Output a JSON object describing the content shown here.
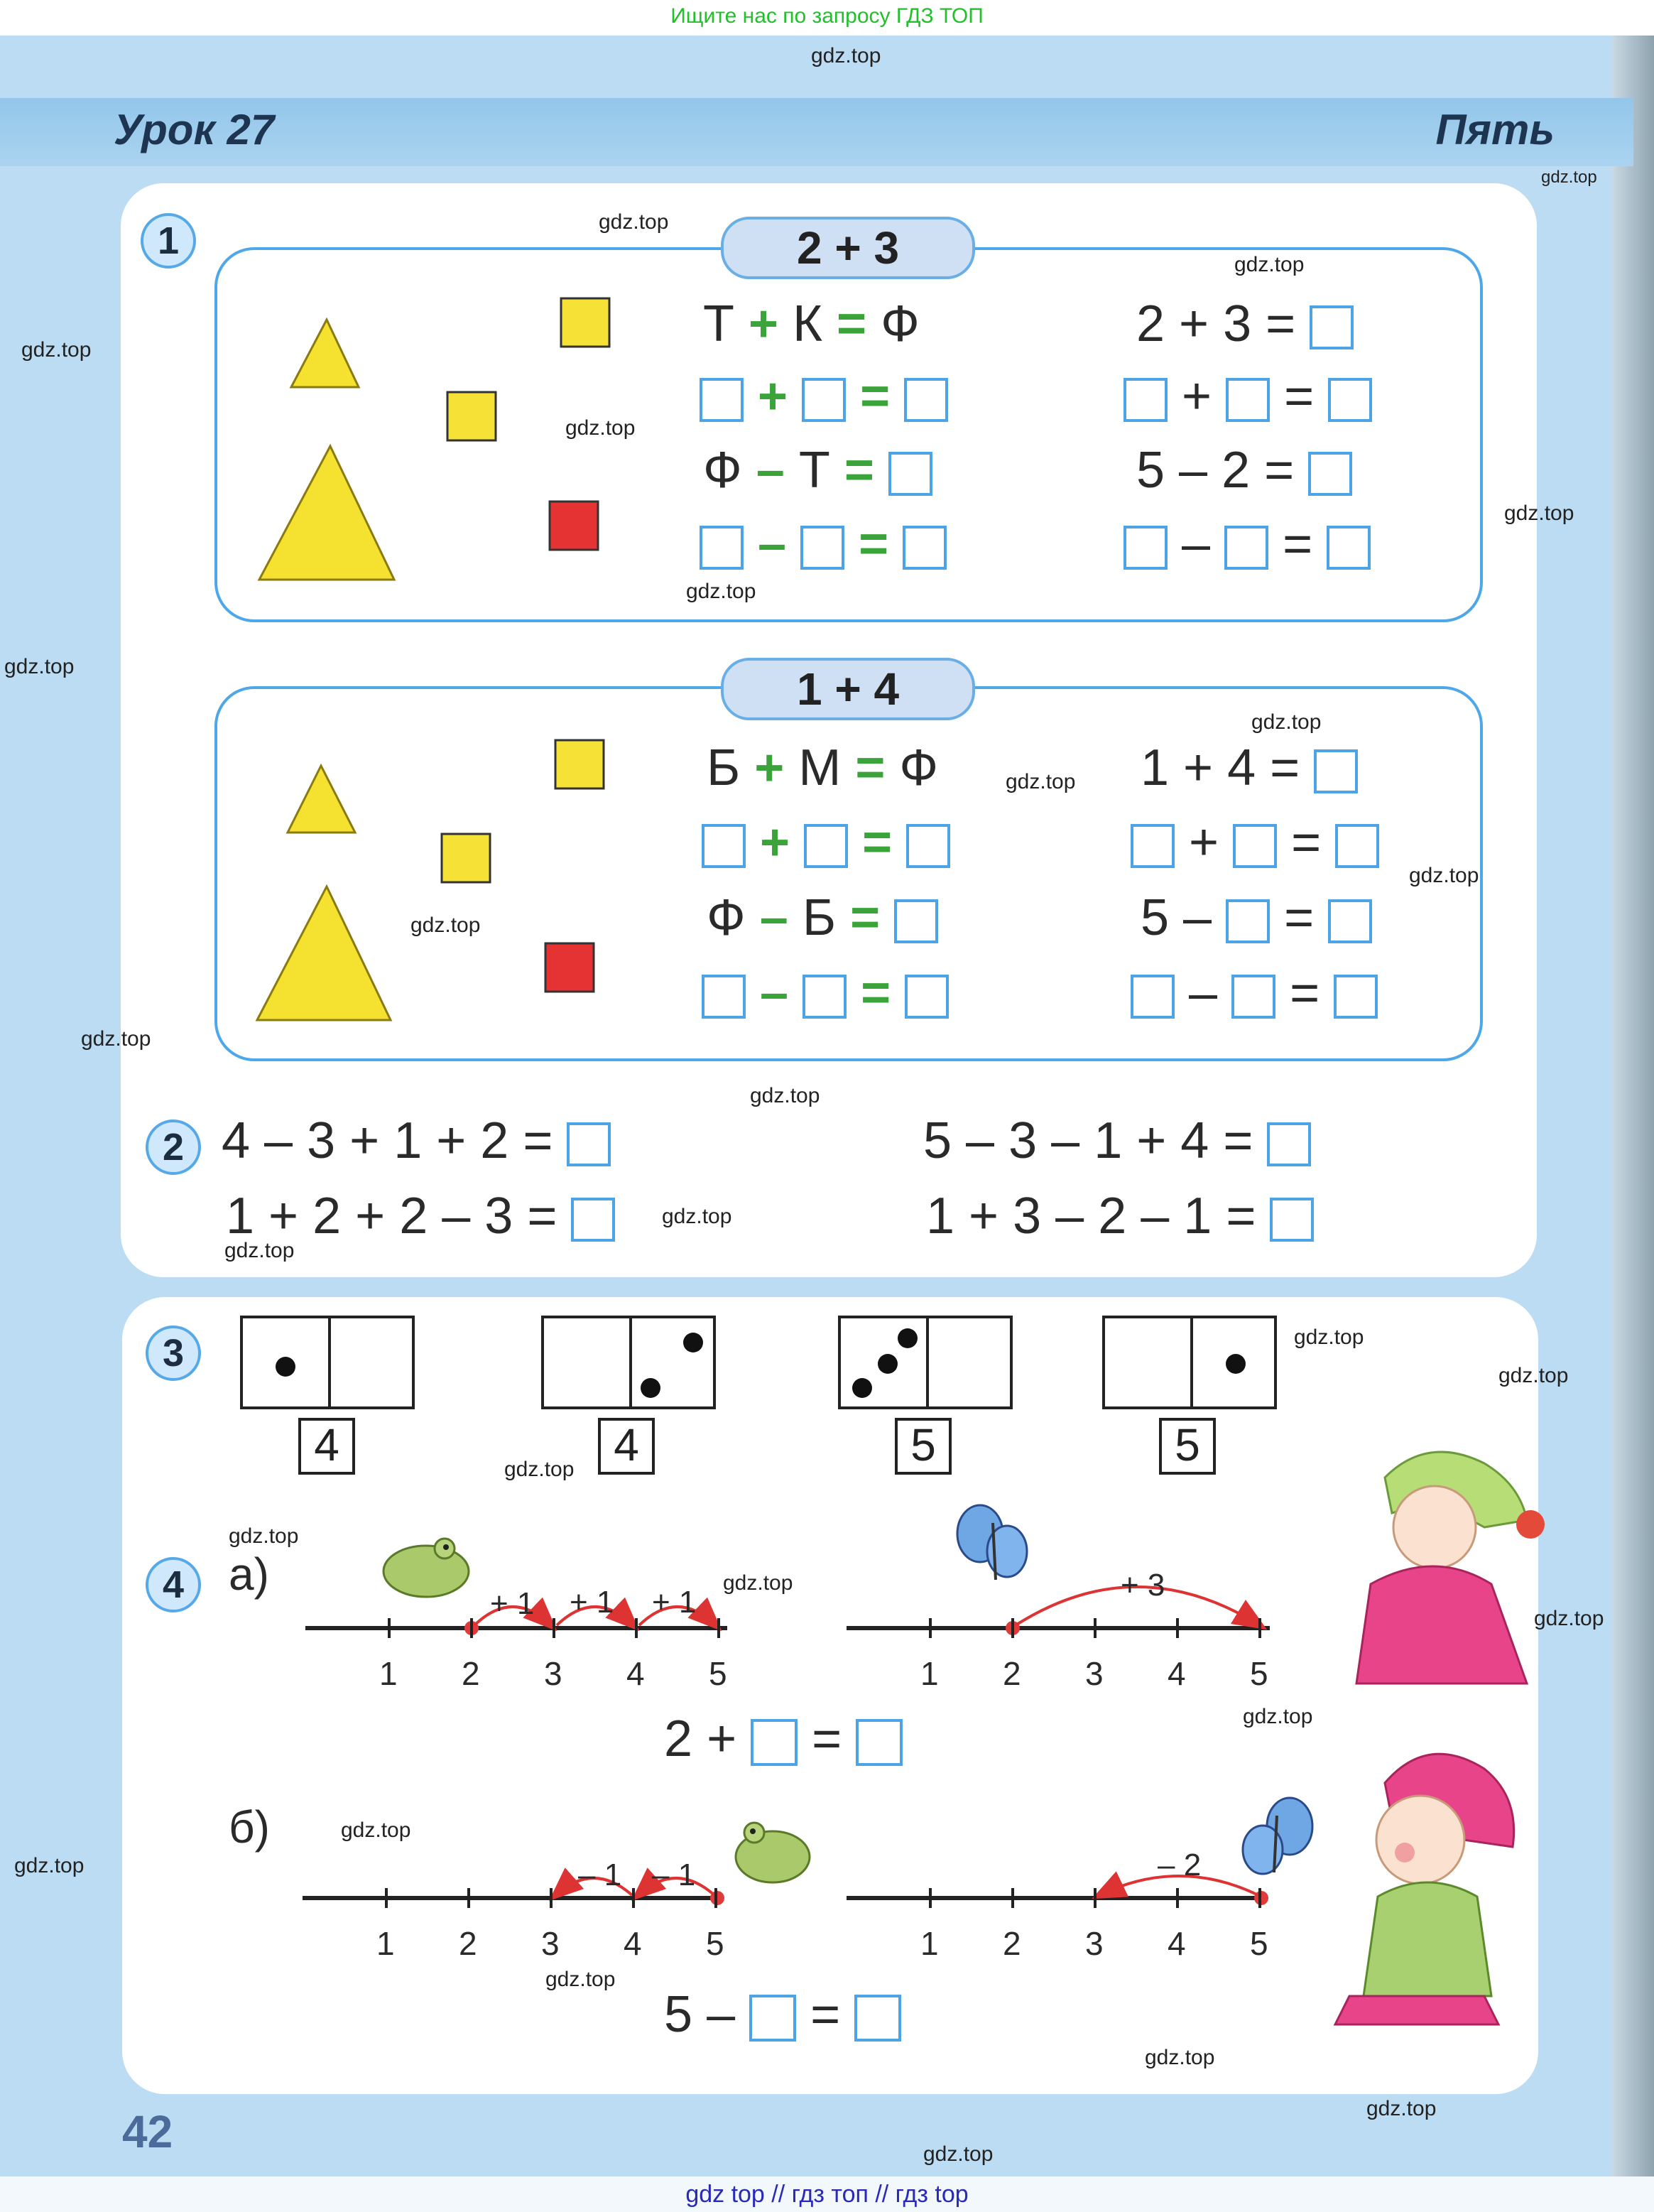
{
  "top_banner": "Ищите нас по запросу ГДЗ ТОП",
  "header": {
    "lesson": "Урок 27",
    "topic": "Пять"
  },
  "watermark": "gdz.top",
  "task1": {
    "number": "1",
    "block_a": {
      "pill": "2 + 3",
      "letters": {
        "row1": [
          "Т",
          "+",
          "К",
          "=",
          "Ф"
        ],
        "row3": [
          "Ф",
          "–",
          "Т",
          "="
        ]
      },
      "numbers": {
        "row1": "2 + 3 =",
        "row3": "5 – 2 ="
      },
      "op_plus": "+",
      "op_minus": "–",
      "op_eq": "="
    },
    "block_b": {
      "pill": "1 + 4",
      "letters": {
        "row1": [
          "Б",
          "+",
          "М",
          "=",
          "Ф"
        ],
        "row3": [
          "Ф",
          "–",
          "Б",
          "="
        ]
      },
      "numbers": {
        "row1": "1 + 4 =",
        "row3": "5 –",
        "row3b": "="
      },
      "op_plus": "+",
      "op_minus": "–",
      "op_eq": "="
    },
    "colors": {
      "triangle": "#f4e130",
      "square_yellow": "#f6e236",
      "square_red": "#e53232"
    }
  },
  "task2": {
    "number": "2",
    "expr1": "4 – 3 + 1 + 2 =",
    "expr2": "1 + 2 + 2 – 3 =",
    "expr3": "5 – 3 – 1 + 4 =",
    "expr4": "1 + 3 – 2 – 1 ="
  },
  "task3": {
    "number": "3",
    "sums": [
      "4",
      "4",
      "5",
      "5"
    ]
  },
  "task4": {
    "number": "4",
    "part_a": "а)",
    "part_b": "б)",
    "ticks": [
      "1",
      "2",
      "3",
      "4",
      "5"
    ],
    "a_left_hops": [
      "+ 1",
      "+ 1",
      "+ 1"
    ],
    "a_right_hop": "+ 3",
    "a_equation": {
      "left": "2",
      "op": "+",
      "eq": "="
    },
    "b_left_hops": [
      "– 1",
      "– 1"
    ],
    "b_right_hop": "– 2",
    "b_equation": {
      "left": "5",
      "op": "–",
      "eq": "="
    }
  },
  "page_number": "42",
  "footer": "gdz top  //  гдз топ  //  гдз top"
}
